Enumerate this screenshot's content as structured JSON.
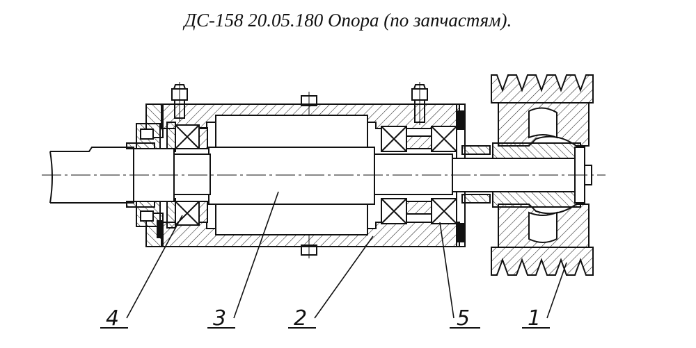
{
  "title": "ДС-158 20.05.180 Опора (по запчастям).",
  "callouts": [
    {
      "id": "c4",
      "label": "4"
    },
    {
      "id": "c3",
      "label": "3"
    },
    {
      "id": "c2",
      "label": "2"
    },
    {
      "id": "c5",
      "label": "5"
    },
    {
      "id": "c1",
      "label": "1"
    }
  ],
  "colors": {
    "ink": "#111111",
    "paper": "#ffffff"
  }
}
